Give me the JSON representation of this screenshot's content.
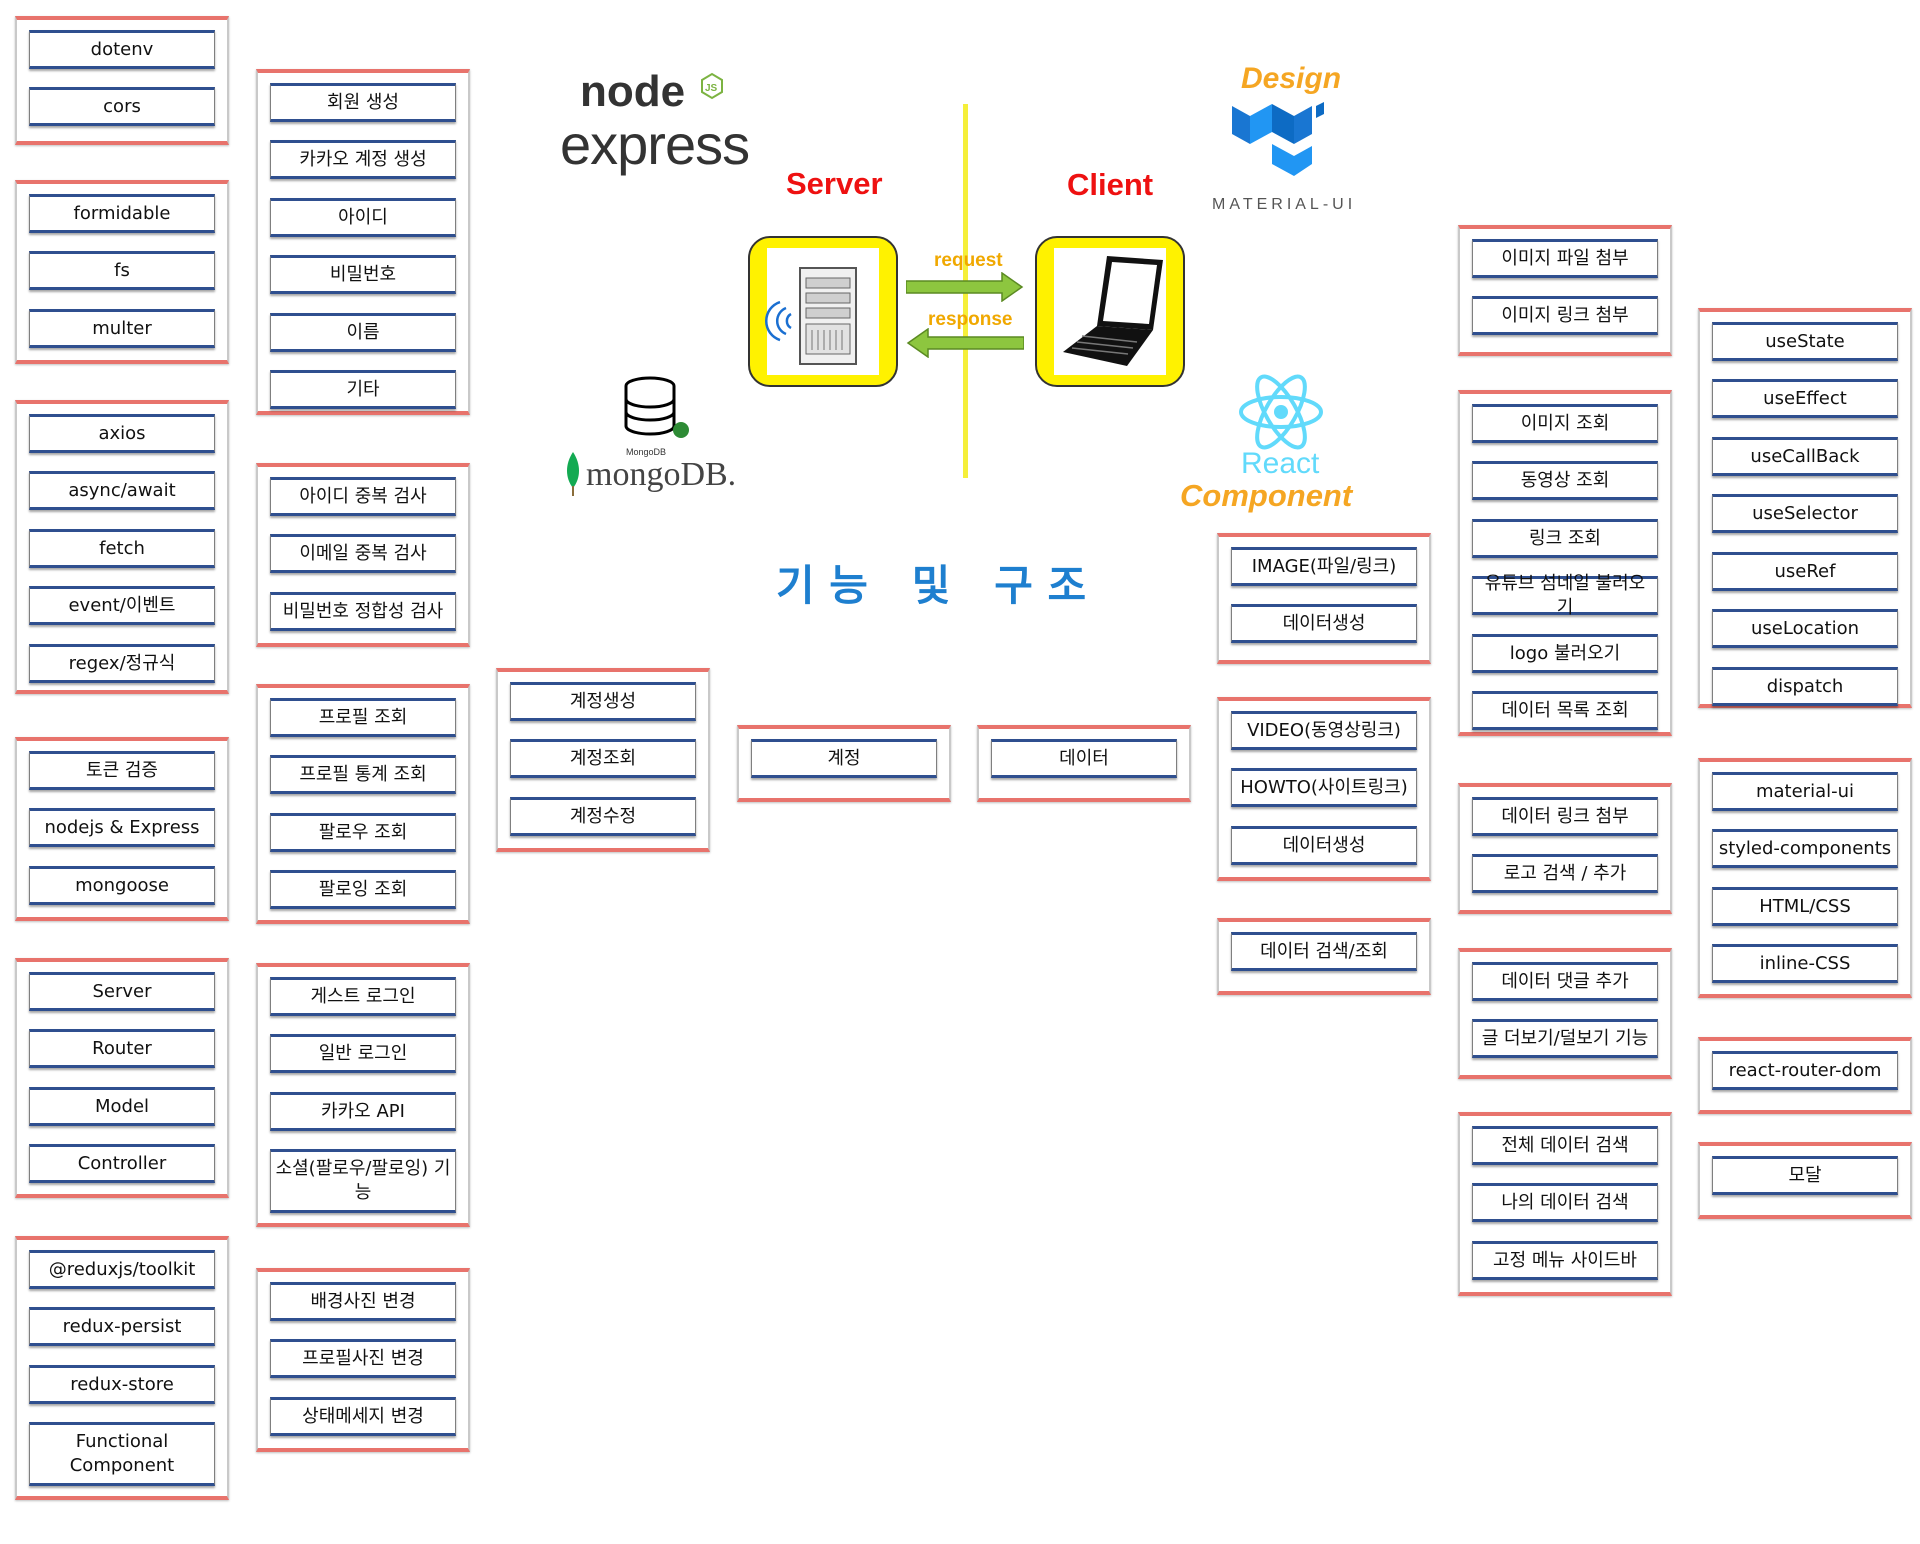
{
  "heading": "기 능   및   구 조",
  "server_label": "Server",
  "client_label": "Client",
  "request_label": "request",
  "response_label": "response",
  "logos": {
    "node": "node",
    "node_badge": "JS",
    "express": "express",
    "mongodb": "mongoDB.",
    "mongodb_small": "MongoDB",
    "design": "Design",
    "material_ui": "MATERIAL-UI",
    "react": "React",
    "component": "Component"
  },
  "colors": {
    "group_border_accent": "#e8736c",
    "item_border_accent": "#2f4f8f",
    "title_red": "#ee1111",
    "arrow_label_orange": "#f0a800",
    "heading_blue": "#1e7fcf",
    "divider_yellow": "#f5ef3a",
    "icon_frame_yellow": "#fff200",
    "arrow_green": "#8dc63f"
  },
  "groups": {
    "c1g1": [
      "dotenv",
      "cors"
    ],
    "c1g2": [
      "formidable",
      "fs",
      "multer"
    ],
    "c1g3": [
      "axios",
      "async/await",
      "fetch",
      "event/이벤트",
      "regex/정규식"
    ],
    "c1g4": [
      "토큰 검증",
      "nodejs & Express",
      "mongoose"
    ],
    "c1g5": [
      "Server",
      "Router",
      "Model",
      "Controller"
    ],
    "c1g6": [
      "@reduxjs/toolkit",
      "redux-persist",
      "redux-store",
      "Functional Component"
    ],
    "c2g1": [
      "회원 생성",
      "카카오 계정 생성",
      "아이디",
      "비밀번호",
      "이름",
      "기타"
    ],
    "c2g2": [
      "아이디 중복 검사",
      "이메일 중복 검사",
      "비밀번호 정합성 검사"
    ],
    "c2g3": [
      "프로필 조회",
      "프로필 통계 조회",
      "팔로우 조회",
      "팔로잉 조회"
    ],
    "c2g4": [
      "게스트 로그인",
      "일반 로그인",
      "카카오 API",
      "소셜(팔로우/팔로잉) 기능"
    ],
    "c2g5": [
      "배경사진 변경",
      "프로필사진 변경",
      "상태메세지 변경"
    ],
    "c3g1": [
      "계정생성",
      "계정조회",
      "계정수정"
    ],
    "c4g1": [
      "계정"
    ],
    "c5g1": [
      "데이터"
    ],
    "c6g1": [
      "IMAGE(파일/링크)",
      "데이터생성"
    ],
    "c6g2": [
      "VIDEO(동영상링크)",
      "HOWTO(사이트링크)",
      "데이터생성"
    ],
    "c6g3": [
      "데이터 검색/조회"
    ],
    "c7g1": [
      "이미지 파일 첨부",
      "이미지 링크 첨부"
    ],
    "c7g2": [
      "이미지 조회",
      "동영상 조회",
      "링크 조회",
      "유튜브 섬네일 불러오기",
      "logo 불러오기",
      "데이터 목록 조회"
    ],
    "c7g3": [
      "데이터 링크 첨부",
      "로고 검색 / 추가"
    ],
    "c7g4": [
      "데이터 댓글 추가",
      "글 더보기/덜보기 기능"
    ],
    "c7g5": [
      "전체 데이터 검색",
      "나의 데이터 검색",
      "고정 메뉴 사이드바"
    ],
    "c8g1": [
      "useState",
      "useEffect",
      "useCallBack",
      "useSelector",
      "useRef",
      "useLocation",
      "dispatch"
    ],
    "c8g2": [
      "material-ui",
      "styled-components",
      "HTML/CSS",
      "inline-CSS"
    ],
    "c8g3": [
      "react-router-dom"
    ],
    "c8g4": [
      "모달"
    ]
  }
}
